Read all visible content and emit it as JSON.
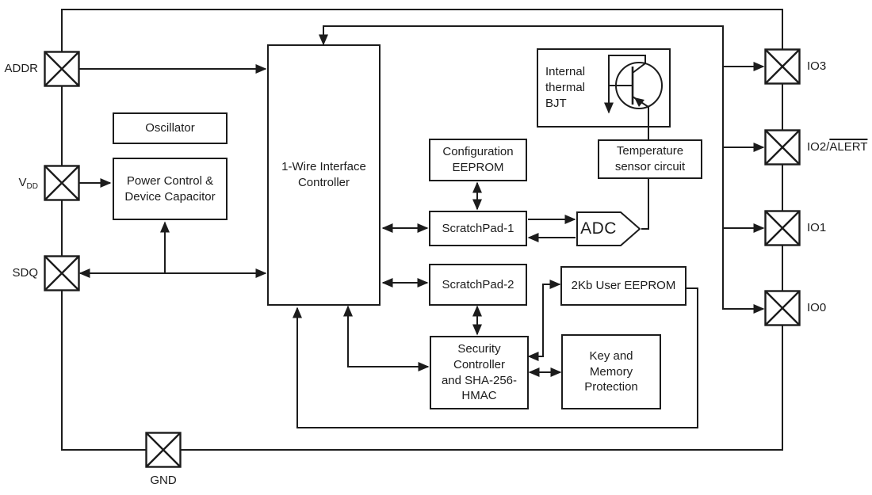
{
  "colors": {
    "accent-orange": "#FCB215",
    "line-black": "#1C1C1C",
    "text-color": "#1C1C1C",
    "background": "#FFFFFF"
  },
  "pins": {
    "addr": {
      "label": "ADDR"
    },
    "vdd": {
      "base": "V",
      "subscript": "DD"
    },
    "sdq": {
      "label": "SDQ"
    },
    "gnd": {
      "label": "GND"
    },
    "io3": {
      "label": "IO3"
    },
    "io2": {
      "prefix": "IO2/",
      "overlined": "ALERT"
    },
    "io1": {
      "label": "IO1"
    },
    "io0": {
      "label": "IO0"
    }
  },
  "blocks": {
    "oscillator": "Oscillator",
    "power_control": "Power Control &\nDevice Capacitor",
    "one_wire": "1-Wire Interface\nController",
    "config_eeprom": "Configuration\nEEPROM",
    "scratchpad1": "ScratchPad-1",
    "scratchpad2": "ScratchPad-2",
    "adc": "ADC",
    "thermal_bjt": "Internal\nthermal\nBJT",
    "temp_sensor": "Temperature\nsensor circuit",
    "user_eeprom": "2Kb User EEPROM",
    "security": "Security\nController\nand SHA-256-\nHMAC",
    "key_memory": "Key and\nMemory\nProtection"
  }
}
